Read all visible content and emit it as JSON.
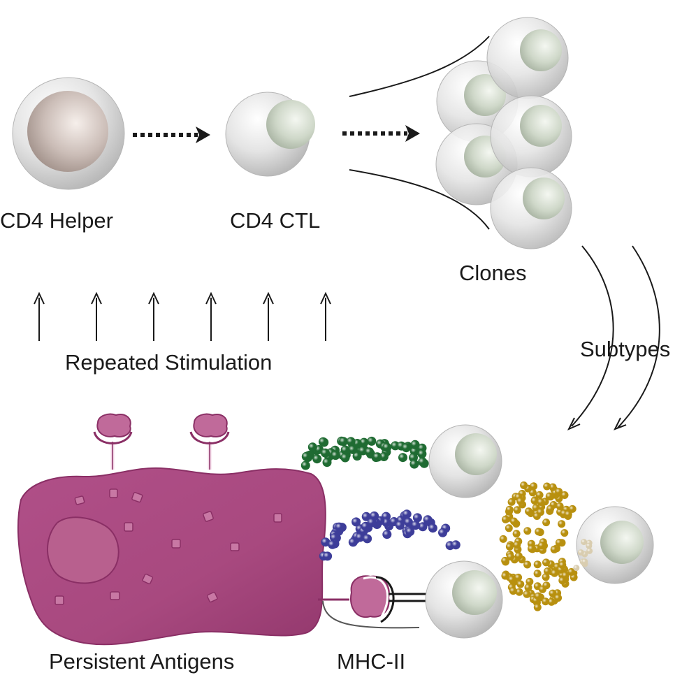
{
  "labels": {
    "cd4_helper": "CD4 Helper",
    "cd4_ctl": "CD4 CTL",
    "clones": "Clones",
    "subtypes": "Subtypes",
    "repeated_stimulation": "Repeated Stimulation",
    "persistent_antigens": "Persistent Antigens",
    "mhc_ii": "MHC-II"
  },
  "colors": {
    "cell_body": "#d9d9d9",
    "helper_nucleus": "#cbbdb7",
    "ctl_nucleus": "#cfd8c9",
    "antigen_cell": "#a8497f",
    "antigen_nucleus": "#b8608e",
    "granules_green": "#1f6b32",
    "granules_blue": "#3d3d99",
    "granules_gold": "#b8900f"
  },
  "stimulation_arrow_count": 6
}
